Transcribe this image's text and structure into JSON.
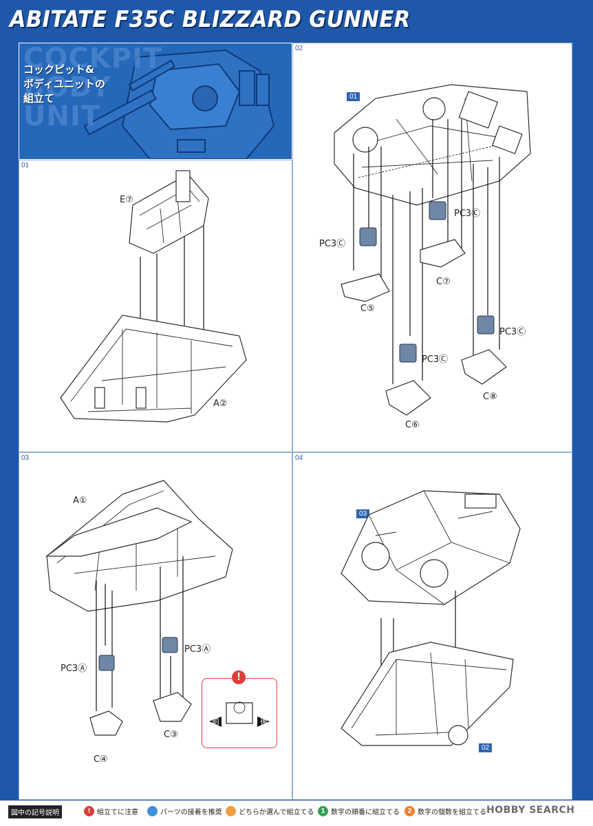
{
  "page": {
    "title": "ABITATE F35C BLIZZARD GUNNER"
  },
  "header": {
    "bg_words": [
      "COCKPIT",
      "BODY",
      "UNIT"
    ],
    "section_title": "コックピット&\nボディユニットの\n組立て"
  },
  "steps": [
    {
      "number": "01",
      "labels": [
        "E⑦",
        "A②"
      ]
    },
    {
      "number": "02",
      "ref": "01",
      "labels": [
        "PC3Ⓒ",
        "PC3Ⓒ",
        "C⑦",
        "C⑤",
        "PC3Ⓒ",
        "PC3Ⓒ",
        "C⑥",
        "C⑧"
      ]
    },
    {
      "number": "03",
      "labels": [
        "A①",
        "PC3Ⓐ",
        "PC3Ⓐ",
        "C③",
        "C④"
      ],
      "note": {
        "icon": "!",
        "front": "前",
        "back": "後"
      }
    },
    {
      "number": "04",
      "refs": [
        "03",
        "02"
      ]
    }
  ],
  "legend": {
    "title": "図中の記号説明",
    "items": [
      {
        "icon": "exclamation-icon",
        "symbol": "!",
        "color": "#d8403b",
        "text": "組立てに注意"
      },
      {
        "icon": "glue-icon",
        "symbol": "",
        "color": "#3f8fd6",
        "text": "パーツの接着を推奨"
      },
      {
        "icon": "choice-icon",
        "symbol": "",
        "color": "#f0a040",
        "text": "どちらか選んで組立てる"
      },
      {
        "icon": "order-icon",
        "symbol": "1",
        "color": "#33a153",
        "text": "数字の順番に組立てる"
      },
      {
        "icon": "count-icon",
        "symbol": "2",
        "color": "#f07f2a",
        "text": "数字の個数を組立てる"
      }
    ],
    "brand": "HOBBY SEARCH"
  }
}
